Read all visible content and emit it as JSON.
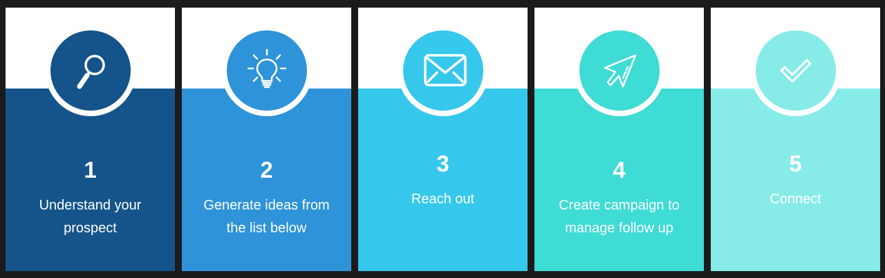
{
  "steps": [
    {
      "number": "1",
      "label_lines": [
        "Understand your",
        "prospect"
      ],
      "icon": "search-icon",
      "color": "#15548a"
    },
    {
      "number": "2",
      "label_lines": [
        "Generate ideas from",
        "the list below"
      ],
      "icon": "lightbulb-icon",
      "color": "#2e93d8"
    },
    {
      "number": "3",
      "label_lines": [
        "Reach out"
      ],
      "icon": "envelope-icon",
      "color": "#36c8ec"
    },
    {
      "number": "4",
      "label_lines": [
        "Create campaign to",
        "manage follow up"
      ],
      "icon": "paper-plane-icon",
      "color": "#3fdbd5"
    },
    {
      "number": "5",
      "label_lines": [
        "Connect"
      ],
      "icon": "checkmark-icon",
      "color": "#87ebe8"
    }
  ],
  "colors": {
    "background": "#1b1b1b",
    "card_top": "#ffffff",
    "text": "#ffffff"
  }
}
